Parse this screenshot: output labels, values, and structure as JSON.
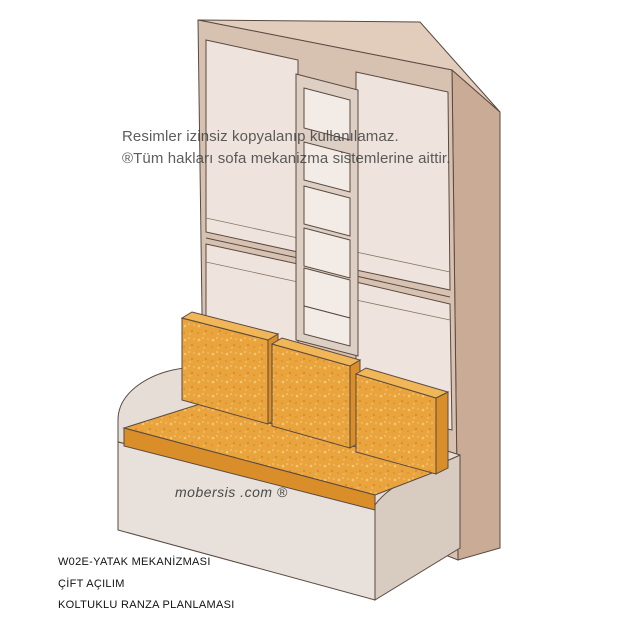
{
  "watermark": {
    "line1": "Resimler izinsiz kopyalanıp kullanılamaz.",
    "line2": "®Tüm hakları sofa mekanizma sistemlerine aittir."
  },
  "brand": {
    "text": "mobersis .com ®"
  },
  "captions": {
    "line1": "W02E-YATAK MEKANİZMASI",
    "line2": "ÇİFT AÇILIM",
    "line3": "KOLTUKLU RANZA PLANLAMASI"
  },
  "colors": {
    "cabinet_side": "#c9ab96",
    "cabinet_top": "#e2cdbd",
    "panel_front": "#eee4dd",
    "outline": "#5a4a40",
    "cushion": "#e9a13c",
    "cushion_shade": "#d98e2a",
    "frame": "#e5ddd6"
  }
}
